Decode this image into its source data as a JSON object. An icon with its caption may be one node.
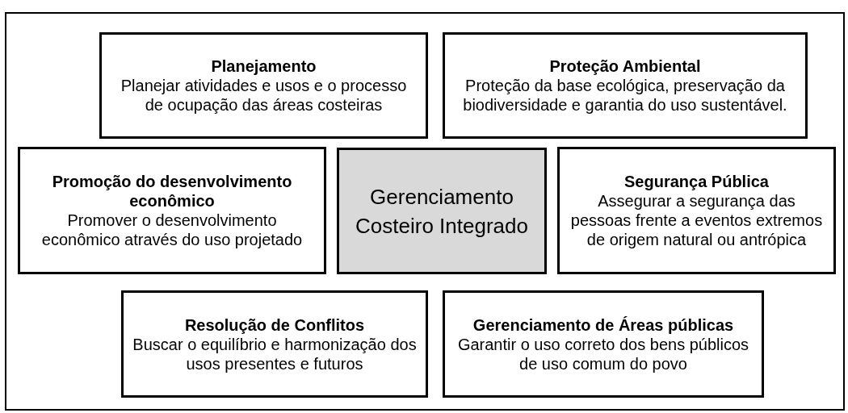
{
  "diagram": {
    "nodes": [
      {
        "text": [
          "Planejamento",
          "Planejar atividades e usos e o processo de ocupação das áreas costeiras"
        ]
      },
      {
        "text": [
          "Proteção Ambiental",
          "Proteção da base ecológica, preservação da biodiversidade e garantia do uso sustentável."
        ]
      },
      {
        "text": [
          "Promoção do desenvolvimento econômico",
          "Promover o desenvolvimento econômico através do uso projetado"
        ]
      },
      {
        "text": [
          "Gerenciamento Costeiro Integrado"
        ]
      },
      {
        "text": [
          "Segurança Pública",
          "Assegurar a segurança das pessoas frente a eventos extremos de origem natural ou antrópica"
        ]
      },
      {
        "text": [
          "Resolução de Conflitos",
          "Buscar o equilíbrio e harmonização dos usos presentes e futuros"
        ]
      },
      {
        "text": [
          "Gerenciamento de Áreas públicas",
          "Garantir o uso correto dos bens públicos de uso comum do povo"
        ]
      }
    ],
    "edges": []
  }
}
